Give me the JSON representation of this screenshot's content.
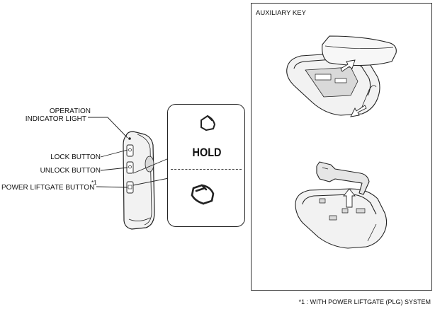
{
  "labels": {
    "operation_line1": "OPERATION",
    "operation_line2": "INDICATOR LIGHT",
    "lock": "LOCK BUTTON",
    "unlock": "UNLOCK BUTTON",
    "power_liftgate": "POWER LIFTGATE BUTTON",
    "power_liftgate_mark": "*1"
  },
  "callout": {
    "hold": "HOLD"
  },
  "panel": {
    "title": "AUXILIARY KEY"
  },
  "footnote": "*1 : WITH POWER LIFTGATE (PLG) SYSTEM",
  "colors": {
    "line": "#222222",
    "key_fill": "#f2f2f2",
    "key_shade": "#d9d9d9",
    "arrow_fill": "#ffffff"
  },
  "icons": [
    "liftgate-icon",
    "liftgate-icon-large",
    "insert-arrow-icon",
    "remove-arrow-icon",
    "release-arrow-icon"
  ]
}
